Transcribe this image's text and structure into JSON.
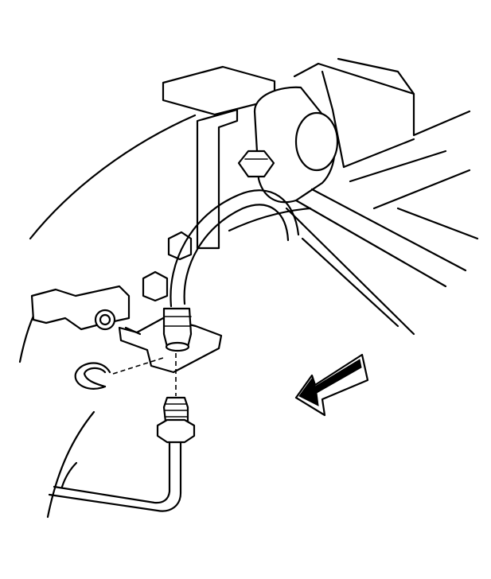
{
  "figure": {
    "type": "line-art-technical-illustration",
    "background_color": "#ffffff",
    "line_color": "#000000",
    "arrow_fill_color": "#000000",
    "labels": [],
    "parts": [
      "brake-hose",
      "mounting-bracket",
      "retaining-clip",
      "brake-pipe-fitting",
      "bolt",
      "suspension-arm",
      "direction-arrow"
    ]
  }
}
